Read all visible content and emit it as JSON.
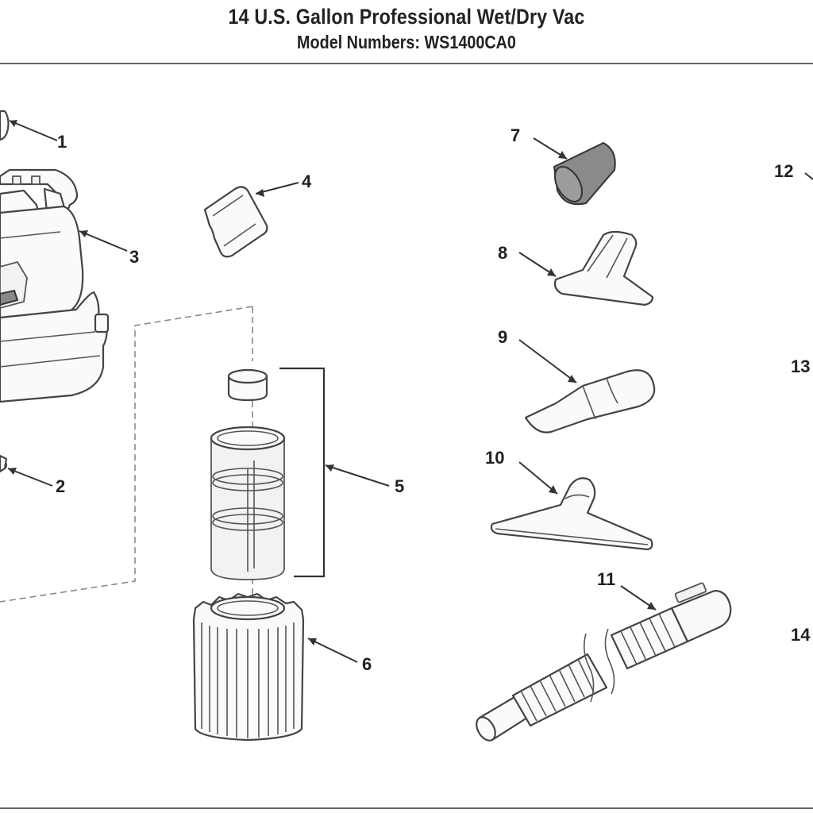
{
  "header": {
    "title": "14 U.S. Gallon Professional Wet/Dry Vac",
    "subtitle": "Model Numbers:  WS1400CA0"
  },
  "callouts": [
    {
      "id": "1",
      "label": "1"
    },
    {
      "id": "2",
      "label": "2"
    },
    {
      "id": "3",
      "label": "3"
    },
    {
      "id": "4",
      "label": "4"
    },
    {
      "id": "5",
      "label": "5"
    },
    {
      "id": "6",
      "label": "6"
    },
    {
      "id": "7",
      "label": "7"
    },
    {
      "id": "8",
      "label": "8"
    },
    {
      "id": "9",
      "label": "9"
    },
    {
      "id": "10",
      "label": "10"
    },
    {
      "id": "11",
      "label": "11"
    },
    {
      "id": "12",
      "label": "12"
    },
    {
      "id": "13",
      "label": "13"
    },
    {
      "id": "14",
      "label": "14"
    }
  ],
  "parts": [
    {
      "callout": "1",
      "icon": "small-knob-icon"
    },
    {
      "callout": "2",
      "icon": "screw-icon"
    },
    {
      "callout": "3",
      "icon": "vac-powerhead-icon"
    },
    {
      "callout": "4",
      "icon": "latch-clip-icon"
    },
    {
      "callout": "5",
      "icon": "filter-cage-assembly-icon"
    },
    {
      "callout": "6",
      "icon": "pleated-filter-icon"
    },
    {
      "callout": "7",
      "icon": "foam-sleeve-icon"
    },
    {
      "callout": "8",
      "icon": "utility-nozzle-icon"
    },
    {
      "callout": "9",
      "icon": "crevice-tool-icon"
    },
    {
      "callout": "10",
      "icon": "floor-nozzle-icon"
    },
    {
      "callout": "11",
      "icon": "hose-icon"
    }
  ]
}
